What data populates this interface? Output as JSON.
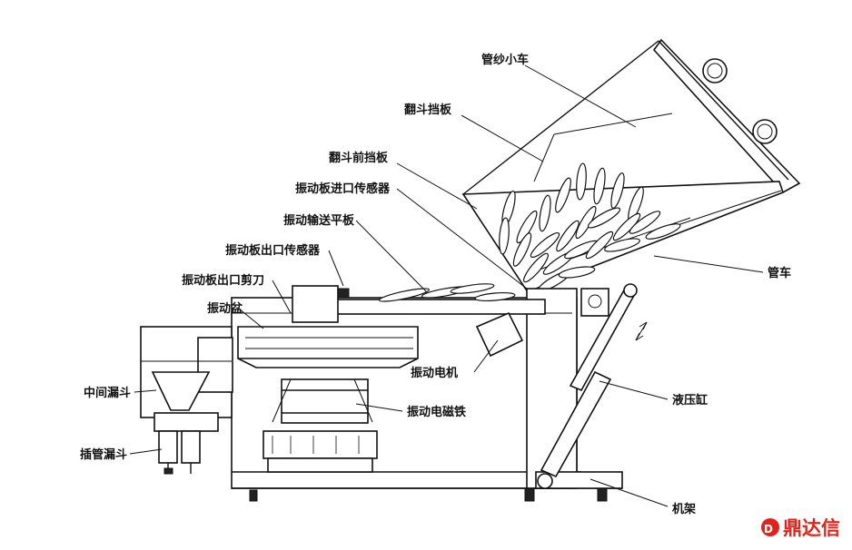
{
  "labels": {
    "bobbin_trolley": "管纱小车",
    "tipper_baffle": "翻斗挡板",
    "tipper_front_baffle": "翻斗前挡板",
    "vib_plate_inlet_sensor": "振动板进口传感器",
    "vib_conveying_plate": "振动输送平板",
    "vib_plate_outlet_sensor": "振动板出口传感器",
    "vib_plate_outlet_cutter": "振动板出口剪刀",
    "vib_bowl": "振动盆",
    "middle_funnel": "中间漏斗",
    "insert_tube_funnel": "插管漏斗",
    "vib_motor": "振动电机",
    "vib_electromagnet": "振动电磁铁",
    "tube_cart": "管车",
    "hydraulic_cylinder": "液压缸",
    "machine_frame": "机架"
  },
  "watermark": {
    "text": "鼎达信",
    "color": "#e0231b"
  }
}
